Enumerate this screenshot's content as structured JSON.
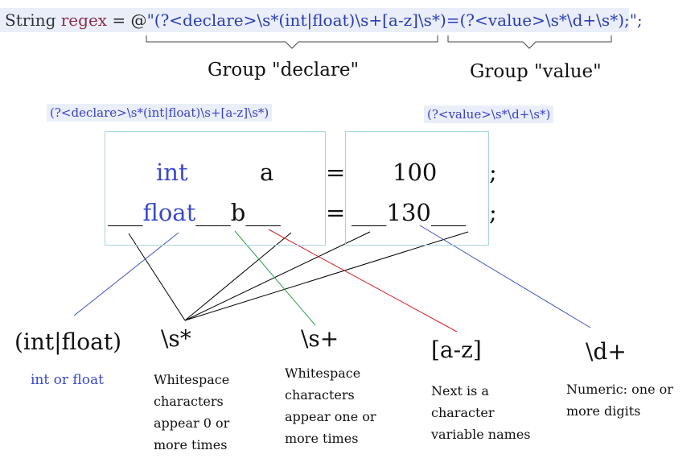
{
  "code": {
    "prefix": "String",
    "var": "regex",
    "eq": " = @",
    "pattern": "\"(?<declare>\\s*(int|float)\\s+[a-z]\\s*)=(?<value>\\s*\\d+\\s*);\";"
  },
  "groups": {
    "declare_label": "Group \"declare\"",
    "value_label": "Group \"value\"",
    "declare_regex": "(?<declare>\\s*(int|float)\\s+[a-z]\\s*)",
    "value_regex": "(?<value>\\s*\\d+\\s*)"
  },
  "example": {
    "row1": {
      "type": "int",
      "name": "a",
      "eq": "=",
      "value": "100",
      "semi": ";"
    },
    "row2": {
      "pad": "___",
      "type": "float",
      "pad2": "___",
      "name": "b",
      "pad3": "___",
      "eq": "=",
      "pad4": "___",
      "value": "130",
      "pad5": "___",
      "semi": ";"
    }
  },
  "terms": [
    {
      "token": "(int|float)",
      "desc_parts": [
        "int",
        " or ",
        "float"
      ]
    },
    {
      "token": "\\s*",
      "desc": "Whitespace characters appear 0 or more times"
    },
    {
      "token": "\\s+",
      "desc": "Whitespace characters appear one or more times"
    },
    {
      "token": "[a-z]",
      "desc": "Next is a character variable names"
    },
    {
      "token": "\\d+",
      "desc": "Numeric: one or more digits"
    }
  ],
  "colors": {
    "line_black": "#000000",
    "line_blue": "#3f4fbf",
    "line_green": "#2aa14a",
    "line_red": "#d6202a",
    "box_border": "#a7d4dc",
    "highlight": "#e9eef9"
  }
}
